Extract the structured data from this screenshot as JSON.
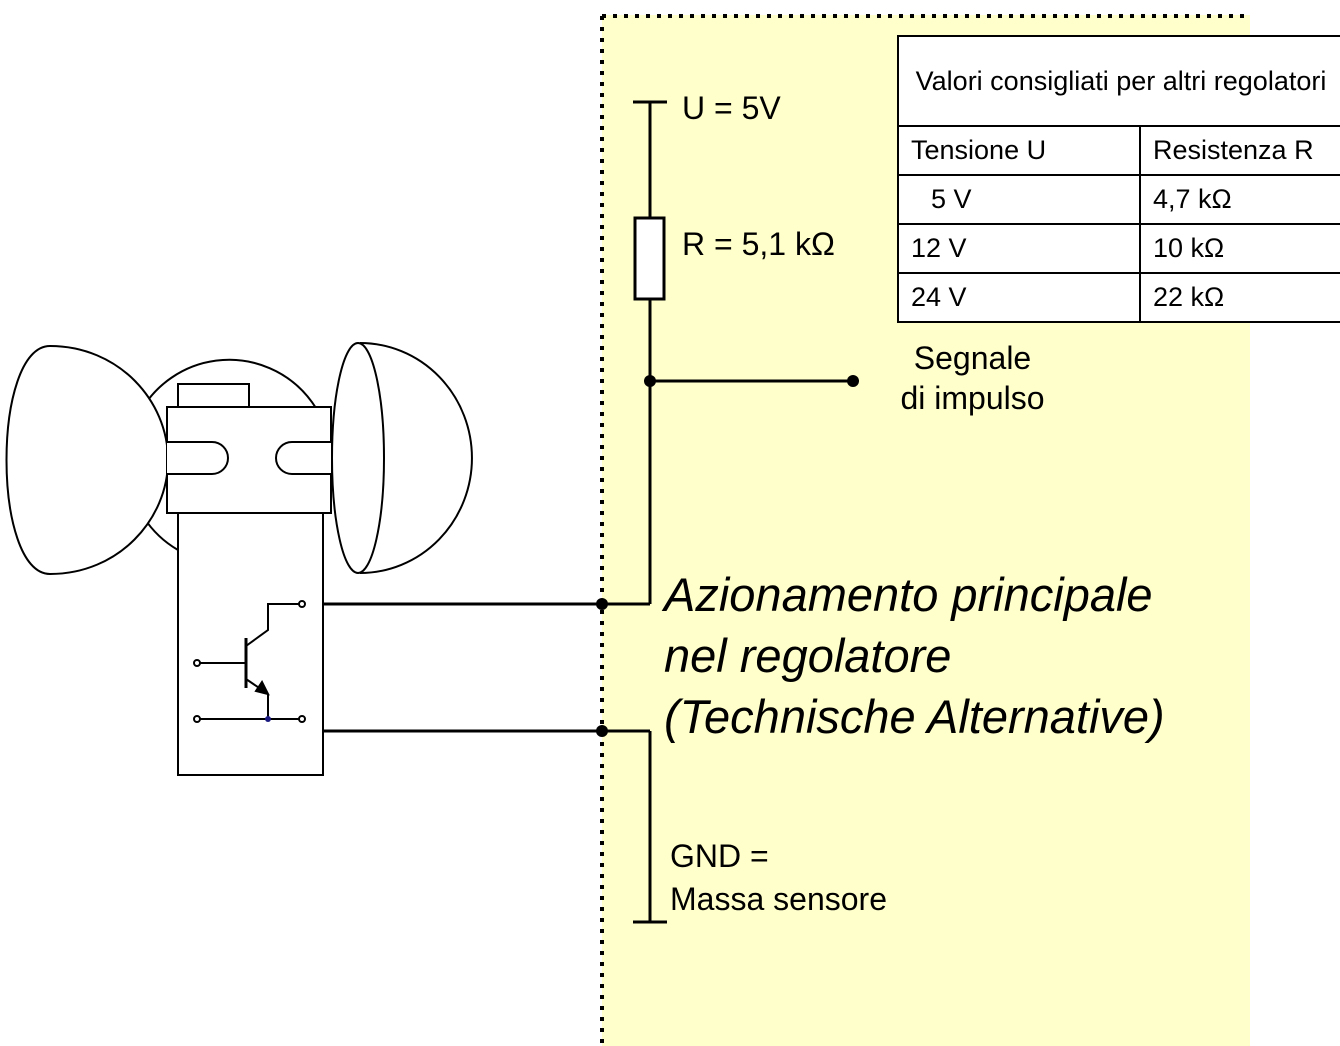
{
  "supply_label": "U = 5V",
  "resistor_label": "R = 5,1 kΩ",
  "signal_label": [
    "Segnale",
    "di impulso"
  ],
  "controller_label": [
    "Azionamento principale",
    "nel regolatore",
    "(Technische Alternative)"
  ],
  "gnd_label": [
    "GND =",
    "Massa sensore"
  ],
  "table": {
    "title": "Valori consigliati per altri regolatori",
    "headers": [
      "Tensione U",
      "Resistenza R"
    ],
    "rows": [
      [
        "5 V",
        "4,7 kΩ"
      ],
      [
        "12 V",
        "10  kΩ"
      ],
      [
        "24 V",
        "22  kΩ"
      ]
    ]
  },
  "colors": {
    "controller_fill": "#FFFFCC",
    "line": "#000000",
    "junction_dot": "#1a1a80"
  }
}
